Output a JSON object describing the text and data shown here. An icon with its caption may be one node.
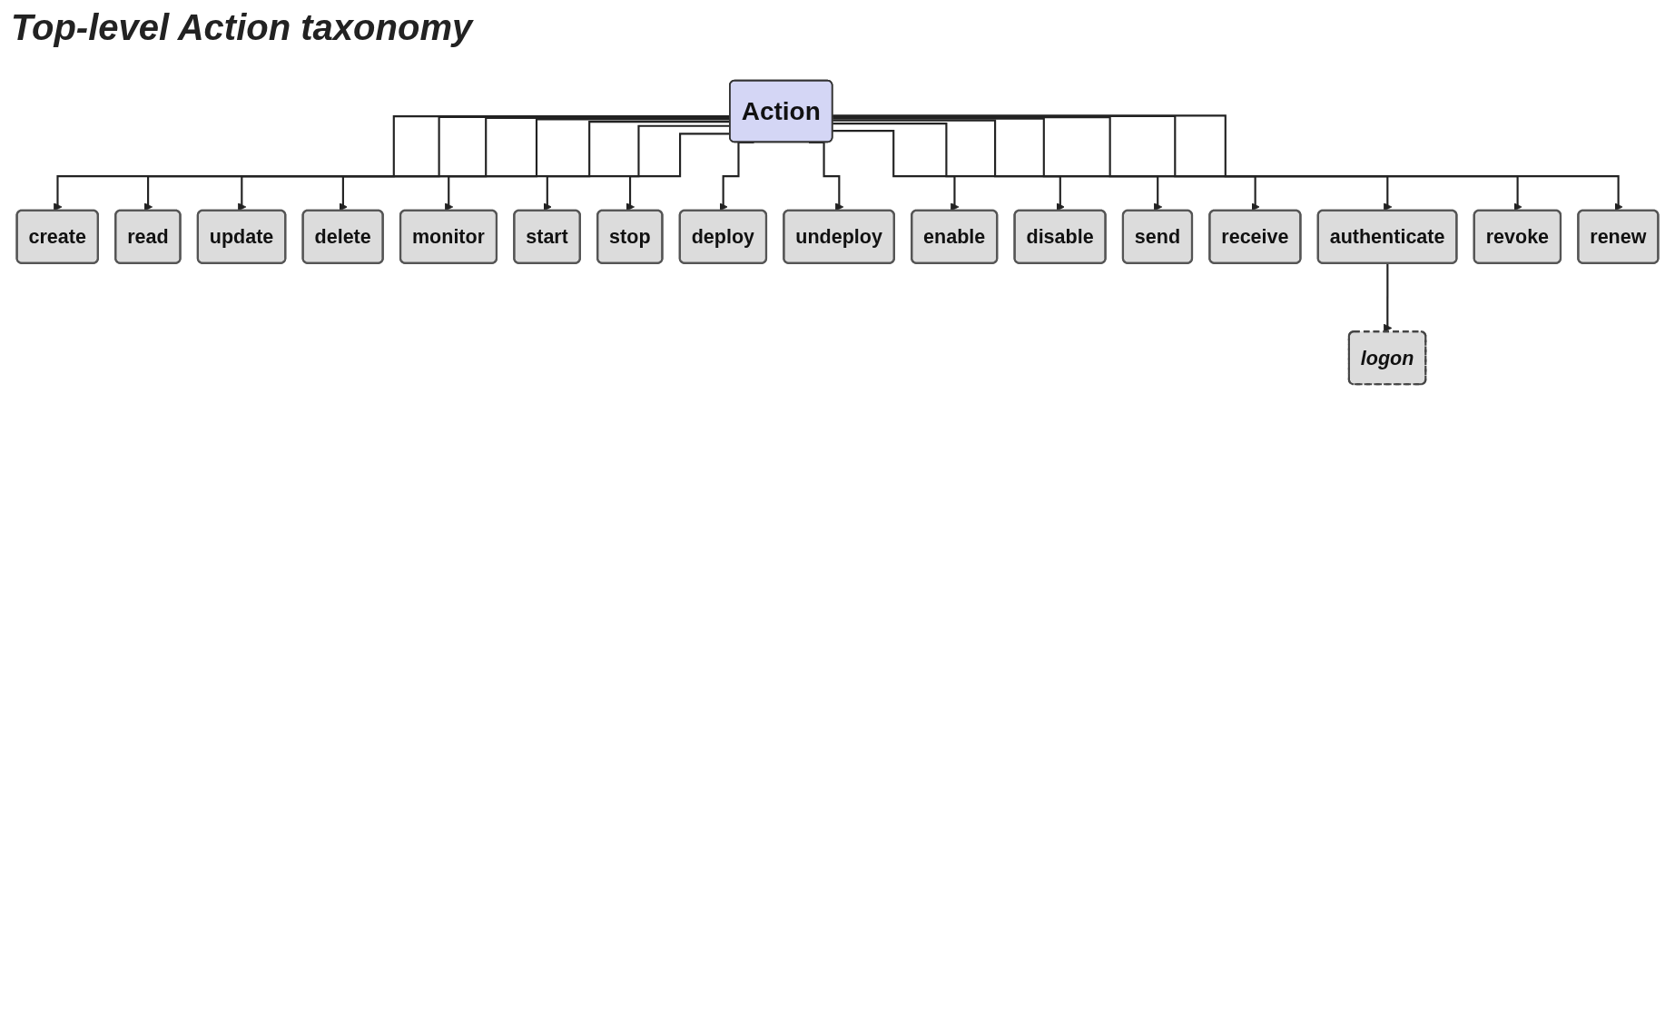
{
  "diagram": {
    "title": "Top-level Action taxonomy",
    "nodes": [
      {
        "text": [
          "Action"
        ]
      },
      {
        "text": [
          "create"
        ]
      },
      {
        "text": [
          "read"
        ]
      },
      {
        "text": [
          "update"
        ]
      },
      {
        "text": [
          "delete"
        ]
      },
      {
        "text": [
          "monitor"
        ]
      },
      {
        "text": [
          "start"
        ]
      },
      {
        "text": [
          "stop"
        ]
      },
      {
        "text": [
          "deploy"
        ]
      },
      {
        "text": [
          "undeploy"
        ]
      },
      {
        "text": [
          "enable"
        ]
      },
      {
        "text": [
          "disable"
        ]
      },
      {
        "text": [
          "send"
        ]
      },
      {
        "text": [
          "receive"
        ]
      },
      {
        "text": [
          "authenticate"
        ]
      },
      {
        "text": [
          "revoke"
        ]
      },
      {
        "text": [
          "renew"
        ]
      },
      {
        "text": [
          "logon"
        ]
      }
    ],
    "edges": [
      {
        "from": 0,
        "to": 1,
        "arrow": "to"
      },
      {
        "from": 0,
        "to": 2,
        "arrow": "to"
      },
      {
        "from": 0,
        "to": 3,
        "arrow": "to"
      },
      {
        "from": 0,
        "to": 4,
        "arrow": "to"
      },
      {
        "from": 0,
        "to": 5,
        "arrow": "to"
      },
      {
        "from": 0,
        "to": 6,
        "arrow": "to"
      },
      {
        "from": 0,
        "to": 7,
        "arrow": "to"
      },
      {
        "from": 0,
        "to": 8,
        "arrow": "to"
      },
      {
        "from": 0,
        "to": 9,
        "arrow": "to"
      },
      {
        "from": 0,
        "to": 10,
        "arrow": "to"
      },
      {
        "from": 0,
        "to": 11,
        "arrow": "to"
      },
      {
        "from": 0,
        "to": 12,
        "arrow": "to"
      },
      {
        "from": 0,
        "to": 13,
        "arrow": "to"
      },
      {
        "from": 0,
        "to": 14,
        "arrow": "to"
      },
      {
        "from": 0,
        "to": 15,
        "arrow": "to"
      },
      {
        "from": 0,
        "to": 16,
        "arrow": "to"
      },
      {
        "from": 14,
        "to": 17,
        "arrow": "to"
      }
    ]
  }
}
